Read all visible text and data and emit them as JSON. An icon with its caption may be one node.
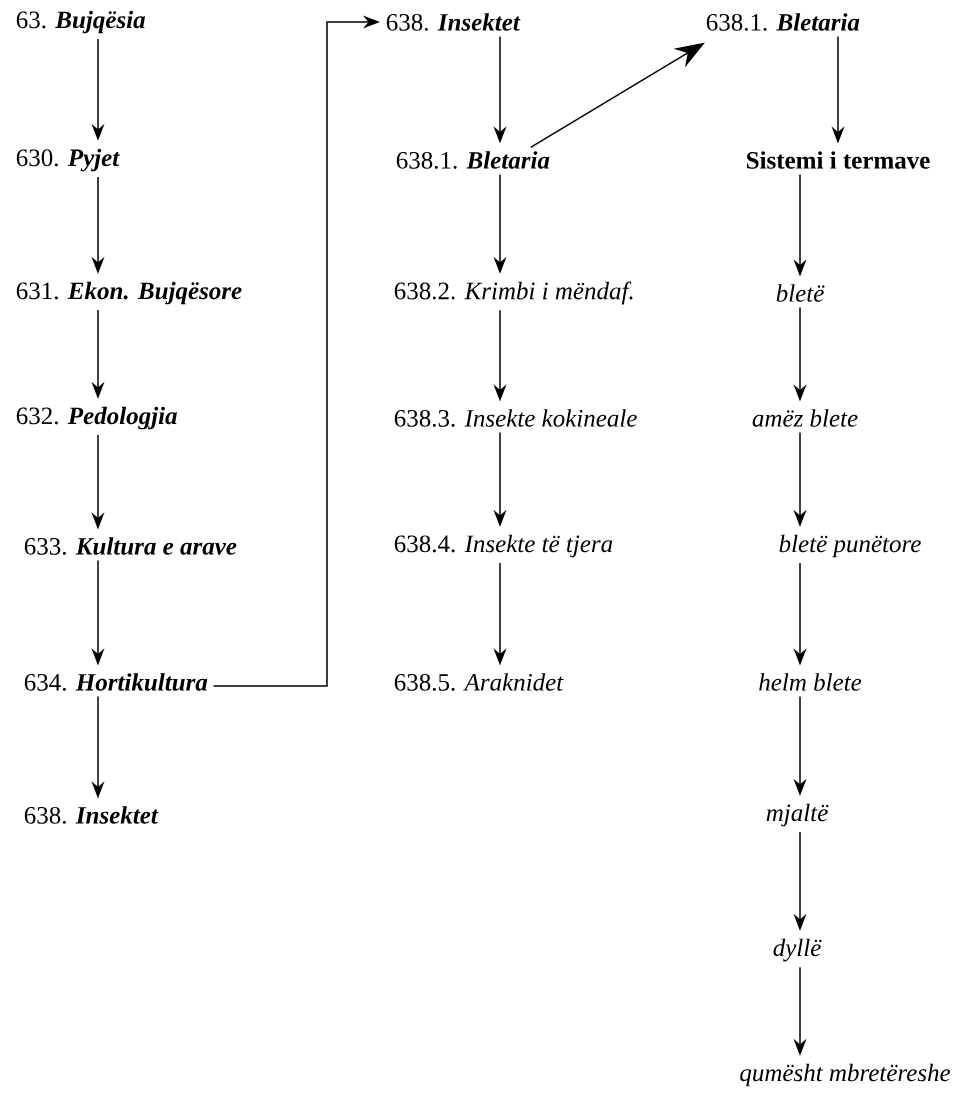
{
  "diagram": {
    "nodes": [
      {
        "text": [
          "63. **Bujqësia**"
        ]
      },
      {
        "text": [
          "630. **Pyjet**"
        ]
      },
      {
        "text": [
          "631. **Ekon. Bujqësore**"
        ]
      },
      {
        "text": [
          "632. **Pedologjia**"
        ]
      },
      {
        "text": [
          "633. **Kultura e arave**"
        ]
      },
      {
        "text": [
          "634. **Hortikultura**"
        ]
      },
      {
        "text": [
          "638. **Insektet**"
        ]
      },
      {
        "text": [
          "638. **Insektet**"
        ]
      },
      {
        "text": [
          "638.1. **Bletaria**"
        ]
      },
      {
        "text": [
          "638.2. *Krimbi i mëndaf.*"
        ]
      },
      {
        "text": [
          "638.3. *Insekte kokineale*"
        ]
      },
      {
        "text": [
          "638.4. *Insekte të tjera*"
        ]
      },
      {
        "text": [
          "638.5. *Araknidet*"
        ]
      },
      {
        "text": [
          "638.1. **Bletaria**"
        ]
      },
      {
        "text": [
          "Sistemi i termave"
        ]
      },
      {
        "text": [
          "bletë"
        ]
      },
      {
        "text": [
          "amëz blete"
        ]
      },
      {
        "text": [
          "bletë punëtore"
        ]
      },
      {
        "text": [
          "helm blete"
        ]
      },
      {
        "text": [
          "mjaltë"
        ]
      },
      {
        "text": [
          "dyllë"
        ]
      },
      {
        "text": [
          "qumësht mbretëreshe"
        ]
      }
    ],
    "edges": [
      {
        "from": 0,
        "to": 1,
        "arrow": "to"
      },
      {
        "from": 1,
        "to": 2,
        "arrow": "to"
      },
      {
        "from": 2,
        "to": 3,
        "arrow": "to"
      },
      {
        "from": 3,
        "to": 4,
        "arrow": "to"
      },
      {
        "from": 4,
        "to": 5,
        "arrow": "to"
      },
      {
        "from": 5,
        "to": 6,
        "arrow": "to"
      },
      {
        "from": 5,
        "to": 7,
        "arrow": "to"
      },
      {
        "from": 7,
        "to": 8,
        "arrow": "to"
      },
      {
        "from": 8,
        "to": 9,
        "arrow": "to"
      },
      {
        "from": 9,
        "to": 10,
        "arrow": "to"
      },
      {
        "from": 10,
        "to": 11,
        "arrow": "to"
      },
      {
        "from": 11,
        "to": 12,
        "arrow": "to"
      },
      {
        "from": 8,
        "to": 13,
        "arrow": "to"
      },
      {
        "from": 13,
        "to": 14,
        "arrow": "to"
      },
      {
        "from": 14,
        "to": 15,
        "arrow": "to"
      },
      {
        "from": 15,
        "to": 16,
        "arrow": "to"
      },
      {
        "from": 16,
        "to": 17,
        "arrow": "to"
      },
      {
        "from": 17,
        "to": 18,
        "arrow": "to"
      },
      {
        "from": 18,
        "to": 19,
        "arrow": "to"
      },
      {
        "from": 19,
        "to": 20,
        "arrow": "to"
      },
      {
        "from": 20,
        "to": 21,
        "arrow": "to"
      }
    ]
  }
}
